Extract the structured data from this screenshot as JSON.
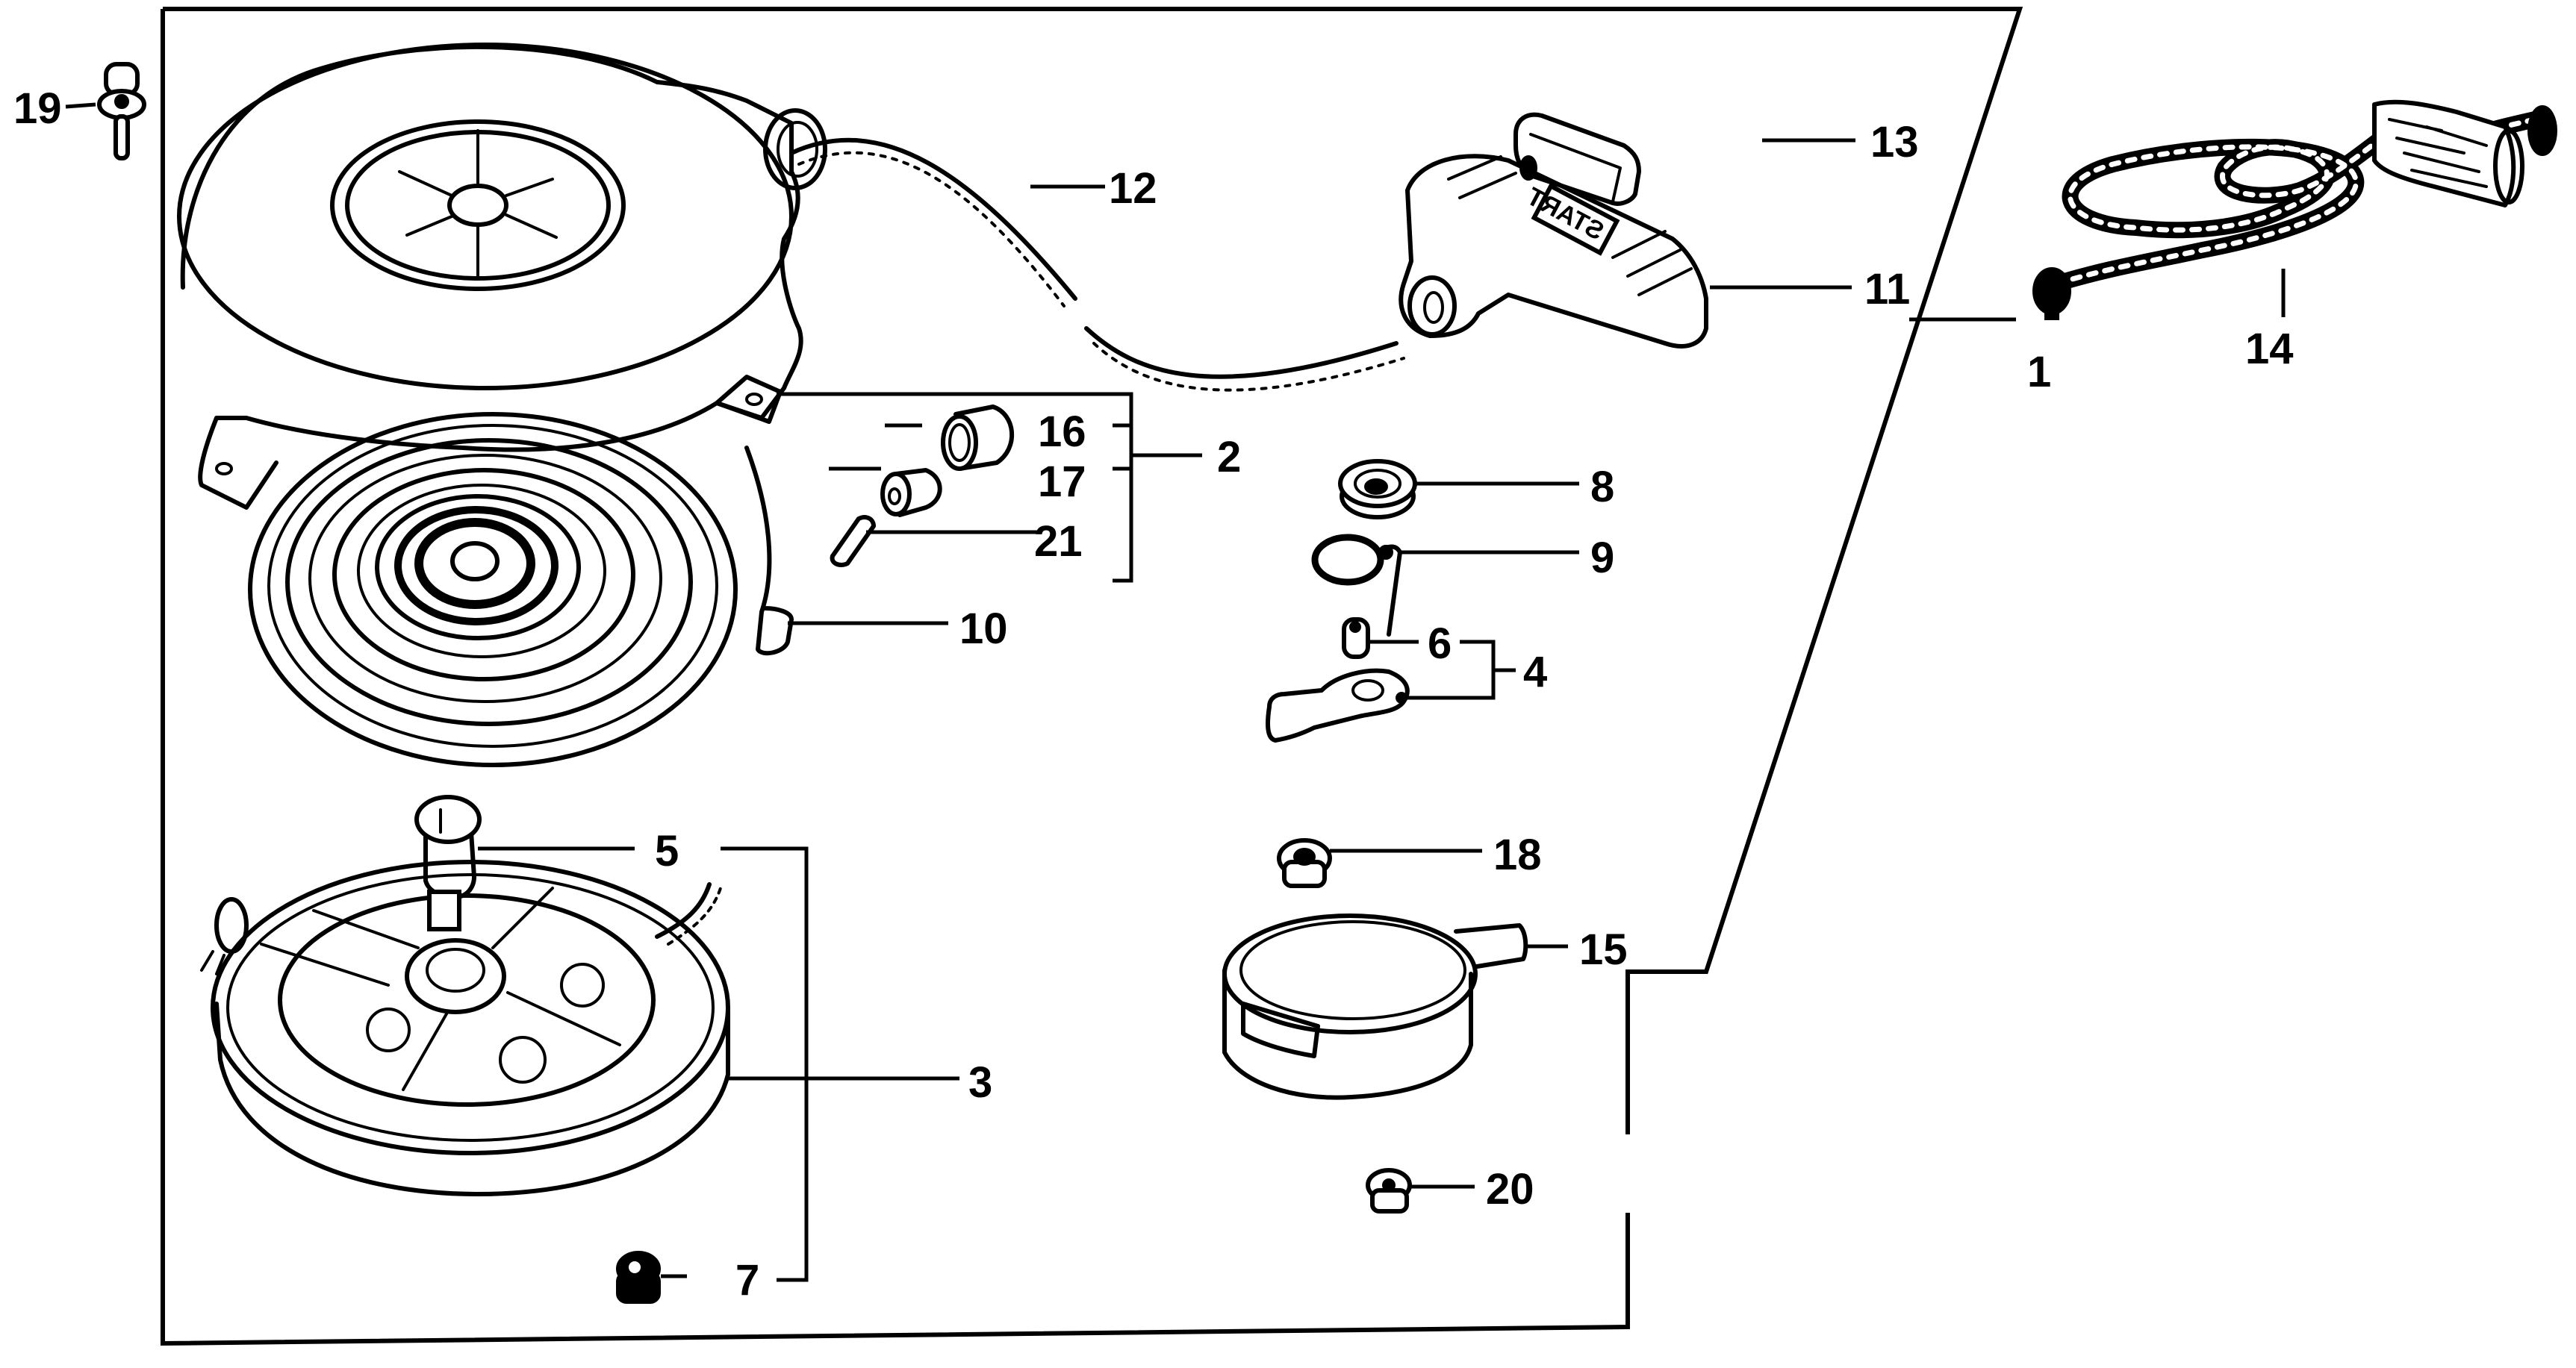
{
  "diagram": {
    "title": "Recoil starter exploded parts diagram",
    "handle_text": "START",
    "ink_color": "#000000",
    "paper_color": "#ffffff",
    "callouts": [
      {
        "id": "c1",
        "label": "1",
        "part": "recoil starter assembly"
      },
      {
        "id": "c2",
        "label": "2",
        "part": "starter case sub-assembly"
      },
      {
        "id": "c3",
        "label": "3",
        "part": "starter reel / pulley"
      },
      {
        "id": "c4",
        "label": "4",
        "part": "ratchet sub-assembly"
      },
      {
        "id": "c5",
        "label": "5",
        "part": "reel collar"
      },
      {
        "id": "c6",
        "label": "6",
        "part": "ratchet pin"
      },
      {
        "id": "c7",
        "label": "7",
        "part": "reel nut"
      },
      {
        "id": "c8",
        "label": "8",
        "part": "friction plate"
      },
      {
        "id": "c9",
        "label": "9",
        "part": "friction spring"
      },
      {
        "id": "c10",
        "label": "10",
        "part": "recoil spring"
      },
      {
        "id": "c11",
        "label": "11",
        "part": "starter handle"
      },
      {
        "id": "c12",
        "label": "12",
        "part": "starter rope"
      },
      {
        "id": "c13",
        "label": "13",
        "part": "handle insert"
      },
      {
        "id": "c14",
        "label": "14",
        "part": "starter rope with grip"
      },
      {
        "id": "c15",
        "label": "15",
        "part": "starter cup"
      },
      {
        "id": "c16",
        "label": "16",
        "part": "collar"
      },
      {
        "id": "c17",
        "label": "17",
        "part": "bushing"
      },
      {
        "id": "c18",
        "label": "18",
        "part": "nut"
      },
      {
        "id": "c19",
        "label": "19",
        "part": "flange bolt"
      },
      {
        "id": "c20",
        "label": "20",
        "part": "nut"
      },
      {
        "id": "c21",
        "label": "21",
        "part": "pin"
      }
    ]
  }
}
